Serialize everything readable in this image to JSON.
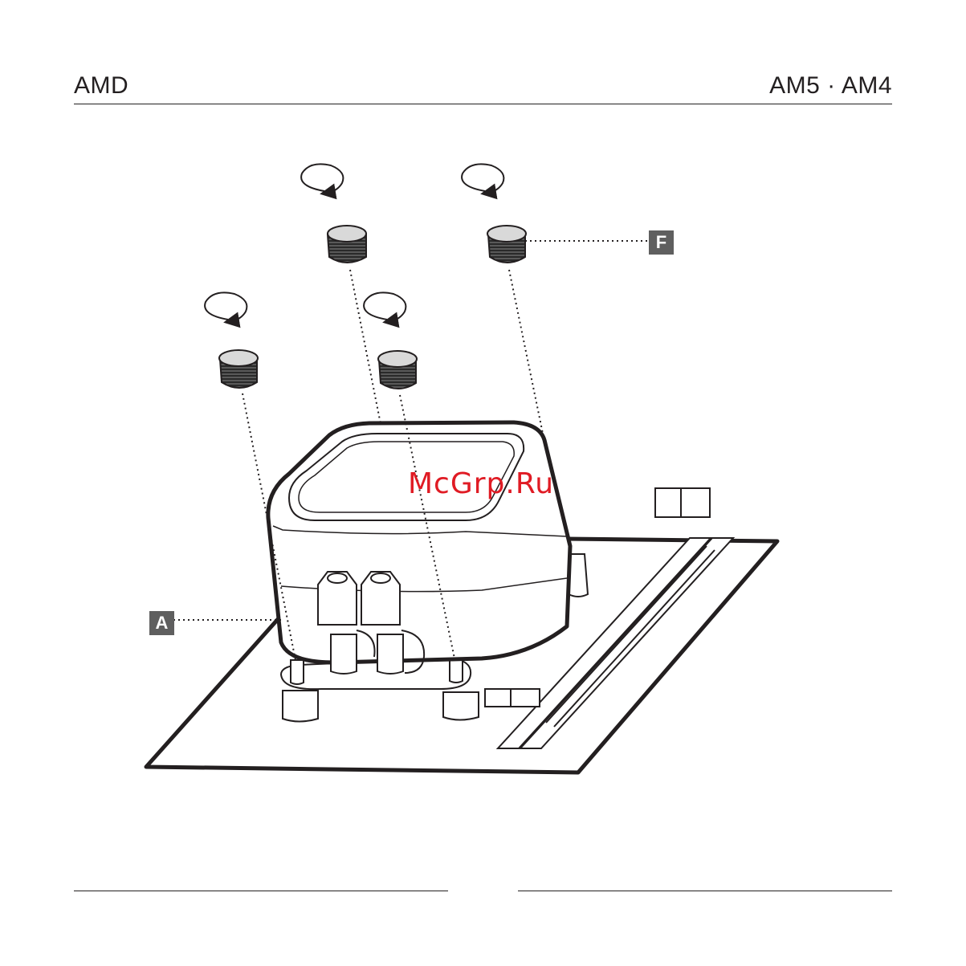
{
  "header": {
    "left_title": "AMD",
    "right_title": "AM5 · AM4"
  },
  "callouts": {
    "cooler_label": "A",
    "thumbscrew_label": "F"
  },
  "watermark": {
    "text": "McGrp.Ru"
  },
  "icons": [
    "rotate-clockwise-icon",
    "thumbscrew-icon"
  ],
  "colors": {
    "ink": "#231f20",
    "callout_bg": "#5f5f5f",
    "watermark": "#e01b24"
  }
}
